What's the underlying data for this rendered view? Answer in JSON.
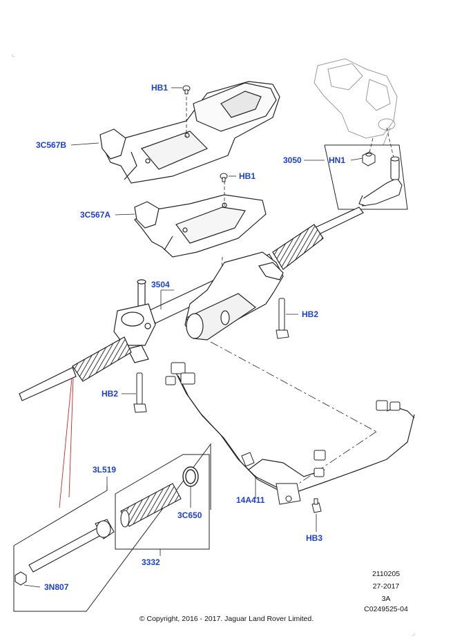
{
  "callouts": {
    "hb1_top": "HB1",
    "c3c567b": "3C567B",
    "c3050": "3050",
    "hn1": "HN1",
    "hb1_mid": "HB1",
    "c3c567a": "3C567A",
    "c3504": "3504",
    "hb2_right": "HB2",
    "hb2_left": "HB2",
    "c3l519": "3L519",
    "c14a411": "14A411",
    "c3c650": "3C650",
    "hb3": "HB3",
    "c3332": "3332",
    "c3n807": "3N807"
  },
  "meta": {
    "code1": "2110205",
    "code2": "27-2017",
    "code3": "3A",
    "code4": "C0249525-04"
  },
  "copyright": "© Copyright, 2016 - 2017. Jaguar Land Rover Limited.",
  "colors": {
    "callout": "#1a3fd1",
    "line": "#222222",
    "guide_red": "#d42020"
  }
}
